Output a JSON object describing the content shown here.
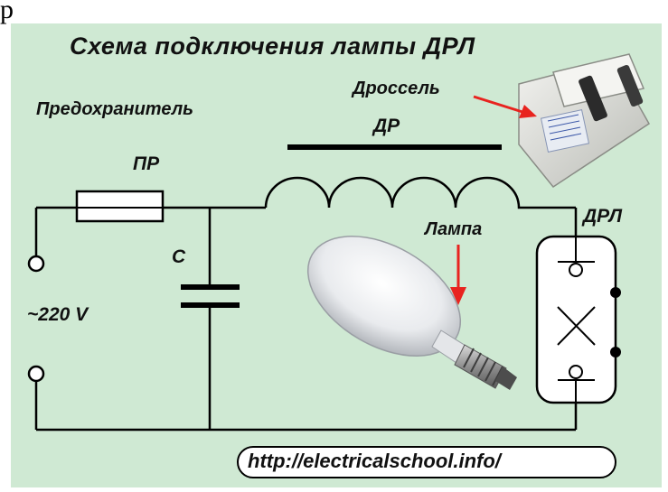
{
  "top_text": "p",
  "title": "Схема подключения лампы ДРЛ",
  "fuse_caption": "Предохранитель",
  "fuse_label": "ПР",
  "choke_label": "ДР",
  "choke_photo_caption": "Дроссель",
  "lamp_photo_caption": "Лампа",
  "lamp_symbol_label": "ДРЛ",
  "capacitor_label": "С",
  "voltage_label": "~220 V",
  "url": "http://electricalschool.info/",
  "colors": {
    "background": "#cfe9d3",
    "wire": "#000000",
    "arrow": "#e8231f"
  }
}
